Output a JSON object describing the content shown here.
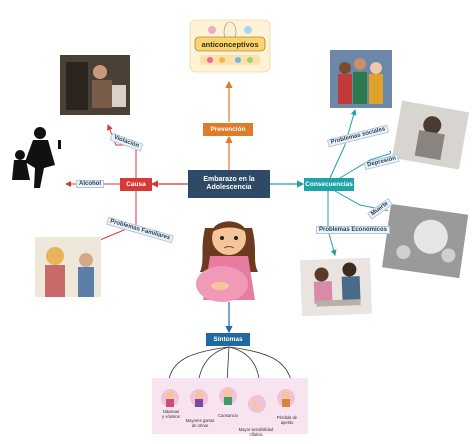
{
  "center": {
    "line1": "Embarazo en la",
    "line2": "Adolescencia",
    "color": "#2e4a66"
  },
  "nodes": {
    "prevencion": {
      "label": "Prevención",
      "color": "#e07b2a"
    },
    "causa": {
      "label": "Causa",
      "color": "#d9383a"
    },
    "consecuencias": {
      "label": "Consecuencias",
      "color": "#1fa3a8"
    },
    "sintomas": {
      "label": "Síntomas",
      "color": "#1f6aa5"
    }
  },
  "labels": {
    "violacion": "Violación",
    "alcohol": "Alcohol",
    "problemas_familiares": "Problemas  Familiares",
    "problemas_sociales": "Problemas sociales",
    "depresion": "Depresión",
    "muerte": "Muerte",
    "problemas_economicos": "Problemas Económicos"
  },
  "logo_text": "anticonceptivos",
  "symptoms": [
    {
      "text1": "Náuseas",
      "text2": "y vómitos"
    },
    {
      "text1": "Mayores ganas",
      "text2": "de orinar"
    },
    {
      "text1": "Cansancio",
      "text2": ""
    },
    {
      "text1": "Mayor sensibilidad",
      "text2": "olfativa"
    },
    {
      "text1": "Pérdida de",
      "text2": "apetito"
    }
  ],
  "colors": {
    "causa_arrow": "#d9383a",
    "cons_arrow": "#1fa3a8",
    "prev_arrow": "#e07b2a",
    "sint_arrow": "#1f6aa5",
    "symptom_bg": "#f7e4f0"
  }
}
